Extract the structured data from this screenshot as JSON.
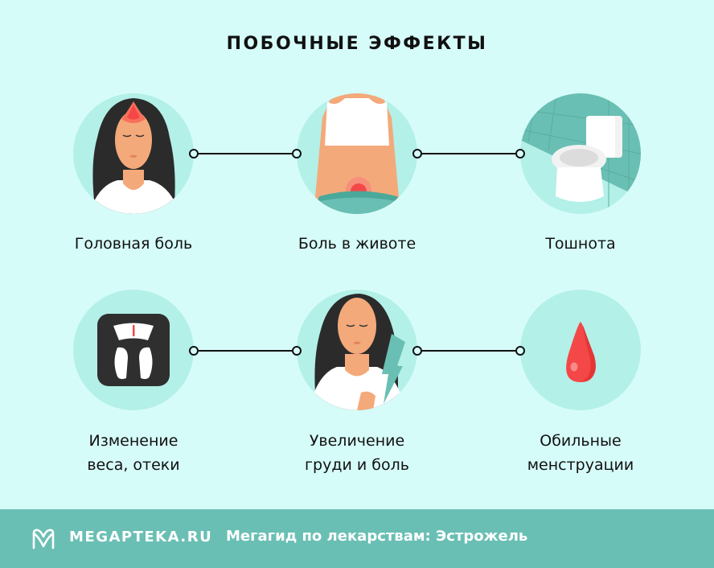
{
  "title": "ПОБОЧНЫЕ ЭФФЕКТЫ",
  "effects": [
    {
      "label": "Головная боль",
      "icon": "headache-woman-icon"
    },
    {
      "label": "Боль в животе",
      "icon": "stomach-pain-icon"
    },
    {
      "label": "Тошнота",
      "icon": "toilet-icon"
    },
    {
      "label_line1": "Изменение",
      "label_line2": "веса, отеки",
      "icon": "scale-icon"
    },
    {
      "label_line1": "Увеличение",
      "label_line2": "груди и боль",
      "icon": "chest-pain-woman-icon"
    },
    {
      "label_line1": "Обильные",
      "label_line2": "менструации",
      "icon": "blood-drop-icon"
    }
  ],
  "footer": {
    "brand": "MEGAPTEKA.RU",
    "tagline": "Мегагид по лекарствам: Эстрожель"
  },
  "colors": {
    "background": "#d6fcf9",
    "circle": "#b3f0e8",
    "footer": "#6abfb4",
    "accent_red": "#f44848",
    "skin": "#f4a97a",
    "hair": "#2b2b2b"
  }
}
